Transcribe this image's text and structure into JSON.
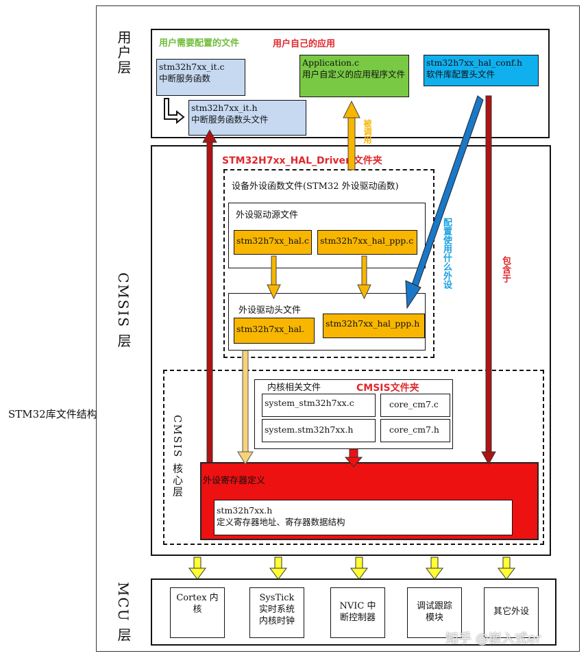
{
  "title": "STM32库文件结构",
  "layers": {
    "user": "用户层",
    "cmsis": "CMSIS 层",
    "cmsis_core": "CMSIS 核心层",
    "mcu": "MCU 层"
  },
  "user_layer": {
    "config_heading": "用户需要配置的文件",
    "app_heading": "用户自己的应用",
    "it_c": "stm32h7xx_it.c\n中断服务函数",
    "it_h": "stm32h7xx_it.h\n中断服务函数头文件",
    "application": "Application.c\n用户自定义的应用程序文件",
    "hal_conf": "stm32h7xx_hal_conf.h\n软件库配置头文件"
  },
  "hal_driver": {
    "heading": "STM32H7xx_HAL_Driver 文件夹",
    "device_group": "设备外设函数文件(STM32 外设驱动函数)",
    "source_group": "外设驱动源文件",
    "hal_c": "stm32h7xx_hal.c",
    "hal_ppp_c": "stm32h7xx_hal_ppp.c",
    "header_group": "外设驱动头文件",
    "hal_h": "stm32h7xx_hal.",
    "hal_ppp_h": "stm32h7xx_hal_ppp.h"
  },
  "cmsis_folder": {
    "heading": "CMSIS文件夹",
    "kernel_group": "内核相关文件",
    "system_c": "system_stm32h7xx.c",
    "system_h": "system.stm32h7xx.h",
    "core_c": "core_cm7.c",
    "core_h": "core_cm7.h"
  },
  "register": {
    "heading": "外设寄存器定义",
    "file": "stm32h7xx.h\n定义寄存器地址、寄存器数据结构"
  },
  "arrows": {
    "called": "被调用",
    "configure": "配置使用什么外设",
    "include": "包含于"
  },
  "mcu": [
    "Cortex 内\n核",
    "SysTick\n实时系统\n内核时钟",
    "NVIC 中\n断控制器",
    "调试跟踪\n模块",
    "其它外设"
  ],
  "colors": {
    "blue_file": "#c6d9f1",
    "green_file": "#79c944",
    "cyan_file": "#10b0ef",
    "orange_file": "#f8b600",
    "register_red": "#ee1111",
    "arrow_dark_red": "#b01313",
    "arrow_blue": "#1a78c8",
    "arrow_yellow": "#ffff33",
    "heading_green": "#6fbd3a",
    "heading_red": "#e0282c",
    "label_cyan": "#1aa0e0"
  },
  "watermark": "知乎 @嵌入式er"
}
